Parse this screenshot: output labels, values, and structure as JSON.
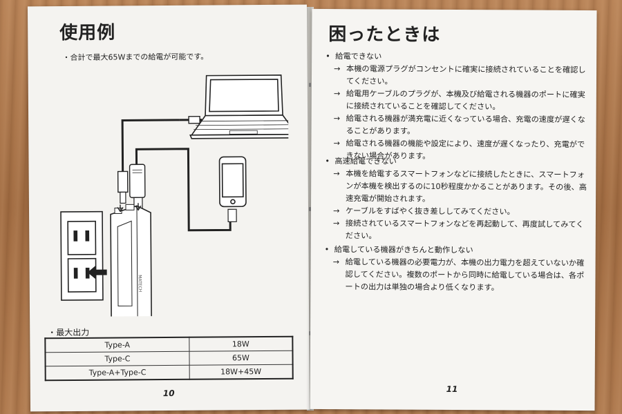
{
  "left_page": {
    "title": "使用例",
    "note": "・合計で最大65Wまでの給電が可能です。",
    "max_output_label": "・最大出力",
    "max_output_table": [
      [
        "Type-A",
        "18W"
      ],
      [
        "Type-C",
        "65W"
      ],
      [
        "Type-A+Type-C",
        "18W+45W"
      ]
    ],
    "page_number": "10"
  },
  "right_page": {
    "title": "困ったときは",
    "sections": [
      {
        "title": "給電できない",
        "items": [
          "本機の電源プラグがコンセントに確実に接続されていることを確認してください。",
          "給電用ケーブルのプラグが、本機及び給電される機器のポートに確実に接続されていることを確認してください。",
          "給電される機器が満充電に近くなっている場合、充電の速度が遅くなることがあります。",
          "給電される機器の機能や設定により、速度が遅くなったり、充電ができない場合があります。"
        ]
      },
      {
        "title": "高速給電できない",
        "items": [
          "本機を給電するスマートフォンなどに接続したときに、スマートフォンが本機を検出するのに10秒程度かかることがあります。その後、高速充電が開始されます。",
          "ケーブルをすばやく抜き差ししてみてください。",
          "接続されているスマートフォンなどを再起動して、再度試してみてください。"
        ]
      },
      {
        "title": "給電している機器がきちんと動作しない",
        "items": [
          "給電している機器の必要電力が、本機の出力電力を超えていないか確認してください。複数のポートから同時に給電している場合は、各ポートの出力は単独の場合より低くなります。"
        ]
      }
    ],
    "page_number": "11"
  },
  "device_brand_text": "MATECH"
}
